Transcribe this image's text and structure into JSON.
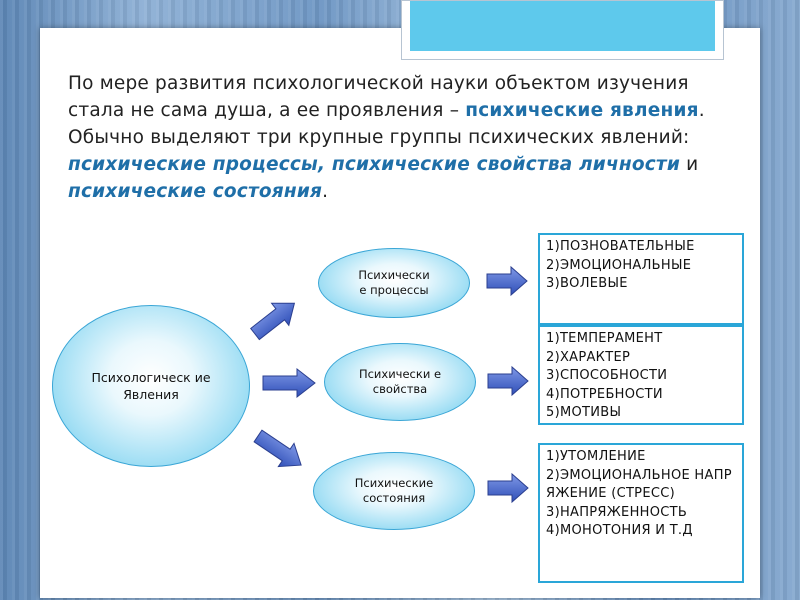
{
  "intro": {
    "part1": "По мере развития психологической науки объектом изучения стала не сама душа, а ее проявления – ",
    "term1": "психические явления",
    "part2": ". Обычно выделяют три крупные группы психических явлений: ",
    "term2": "психические процессы, психические свойства личности",
    "part3": " и ",
    "term3": "психические состояния",
    "part4": "."
  },
  "nodes": {
    "root": "Психологическ ие Явления",
    "processes": "Психически е процессы",
    "properties": "Психически е свойства",
    "states": "Психические состояния"
  },
  "lists": {
    "processes": [
      "1)ПОЗНОВАТЕЛЬНЫЕ",
      "2)ЭМОЦИОНАЛЬНЫЕ",
      "3)ВОЛЕВЫЕ"
    ],
    "properties": [
      "1)ТЕМПЕРАМЕНТ",
      "2)ХАРАКТЕР",
      "3)СПОСОБНОСТИ",
      "4)ПОТРЕБНОСТИ",
      "5)МОТИВЫ"
    ],
    "states": [
      "1)УТОМЛЕНИЕ",
      "2)ЭМОЦИОНАЛЬНОЕ НАПРЯЖЕНИЕ (СТРЕСС)",
      "3)НАПРЯЖЕННОСТЬ",
      "4)МОНОТОНИЯ И Т.Д"
    ]
  },
  "colors": {
    "accent": "#1f6fa8",
    "ellipse_edge": "#5ac6ea",
    "box_border": "#2aa6d8",
    "arrow": "#3f5fc4",
    "tab": "#5ec9ec"
  }
}
